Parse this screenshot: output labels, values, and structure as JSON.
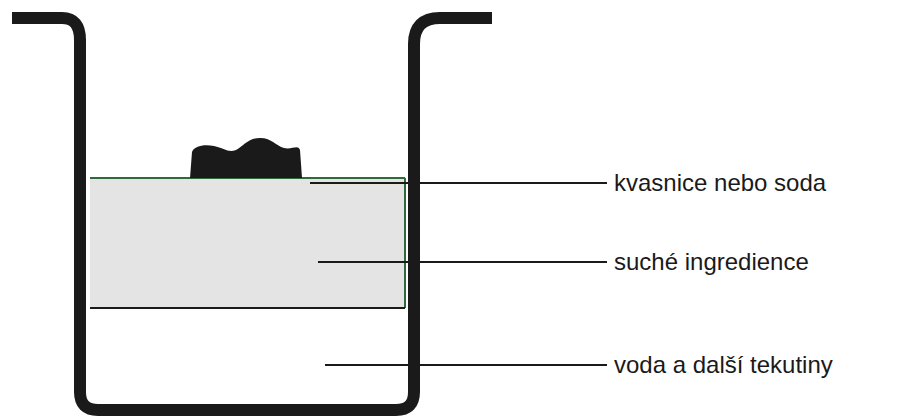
{
  "diagram": {
    "labels": [
      "kvasnice nebo soda",
      "suché ingredience",
      "voda a další tekutiny"
    ]
  }
}
